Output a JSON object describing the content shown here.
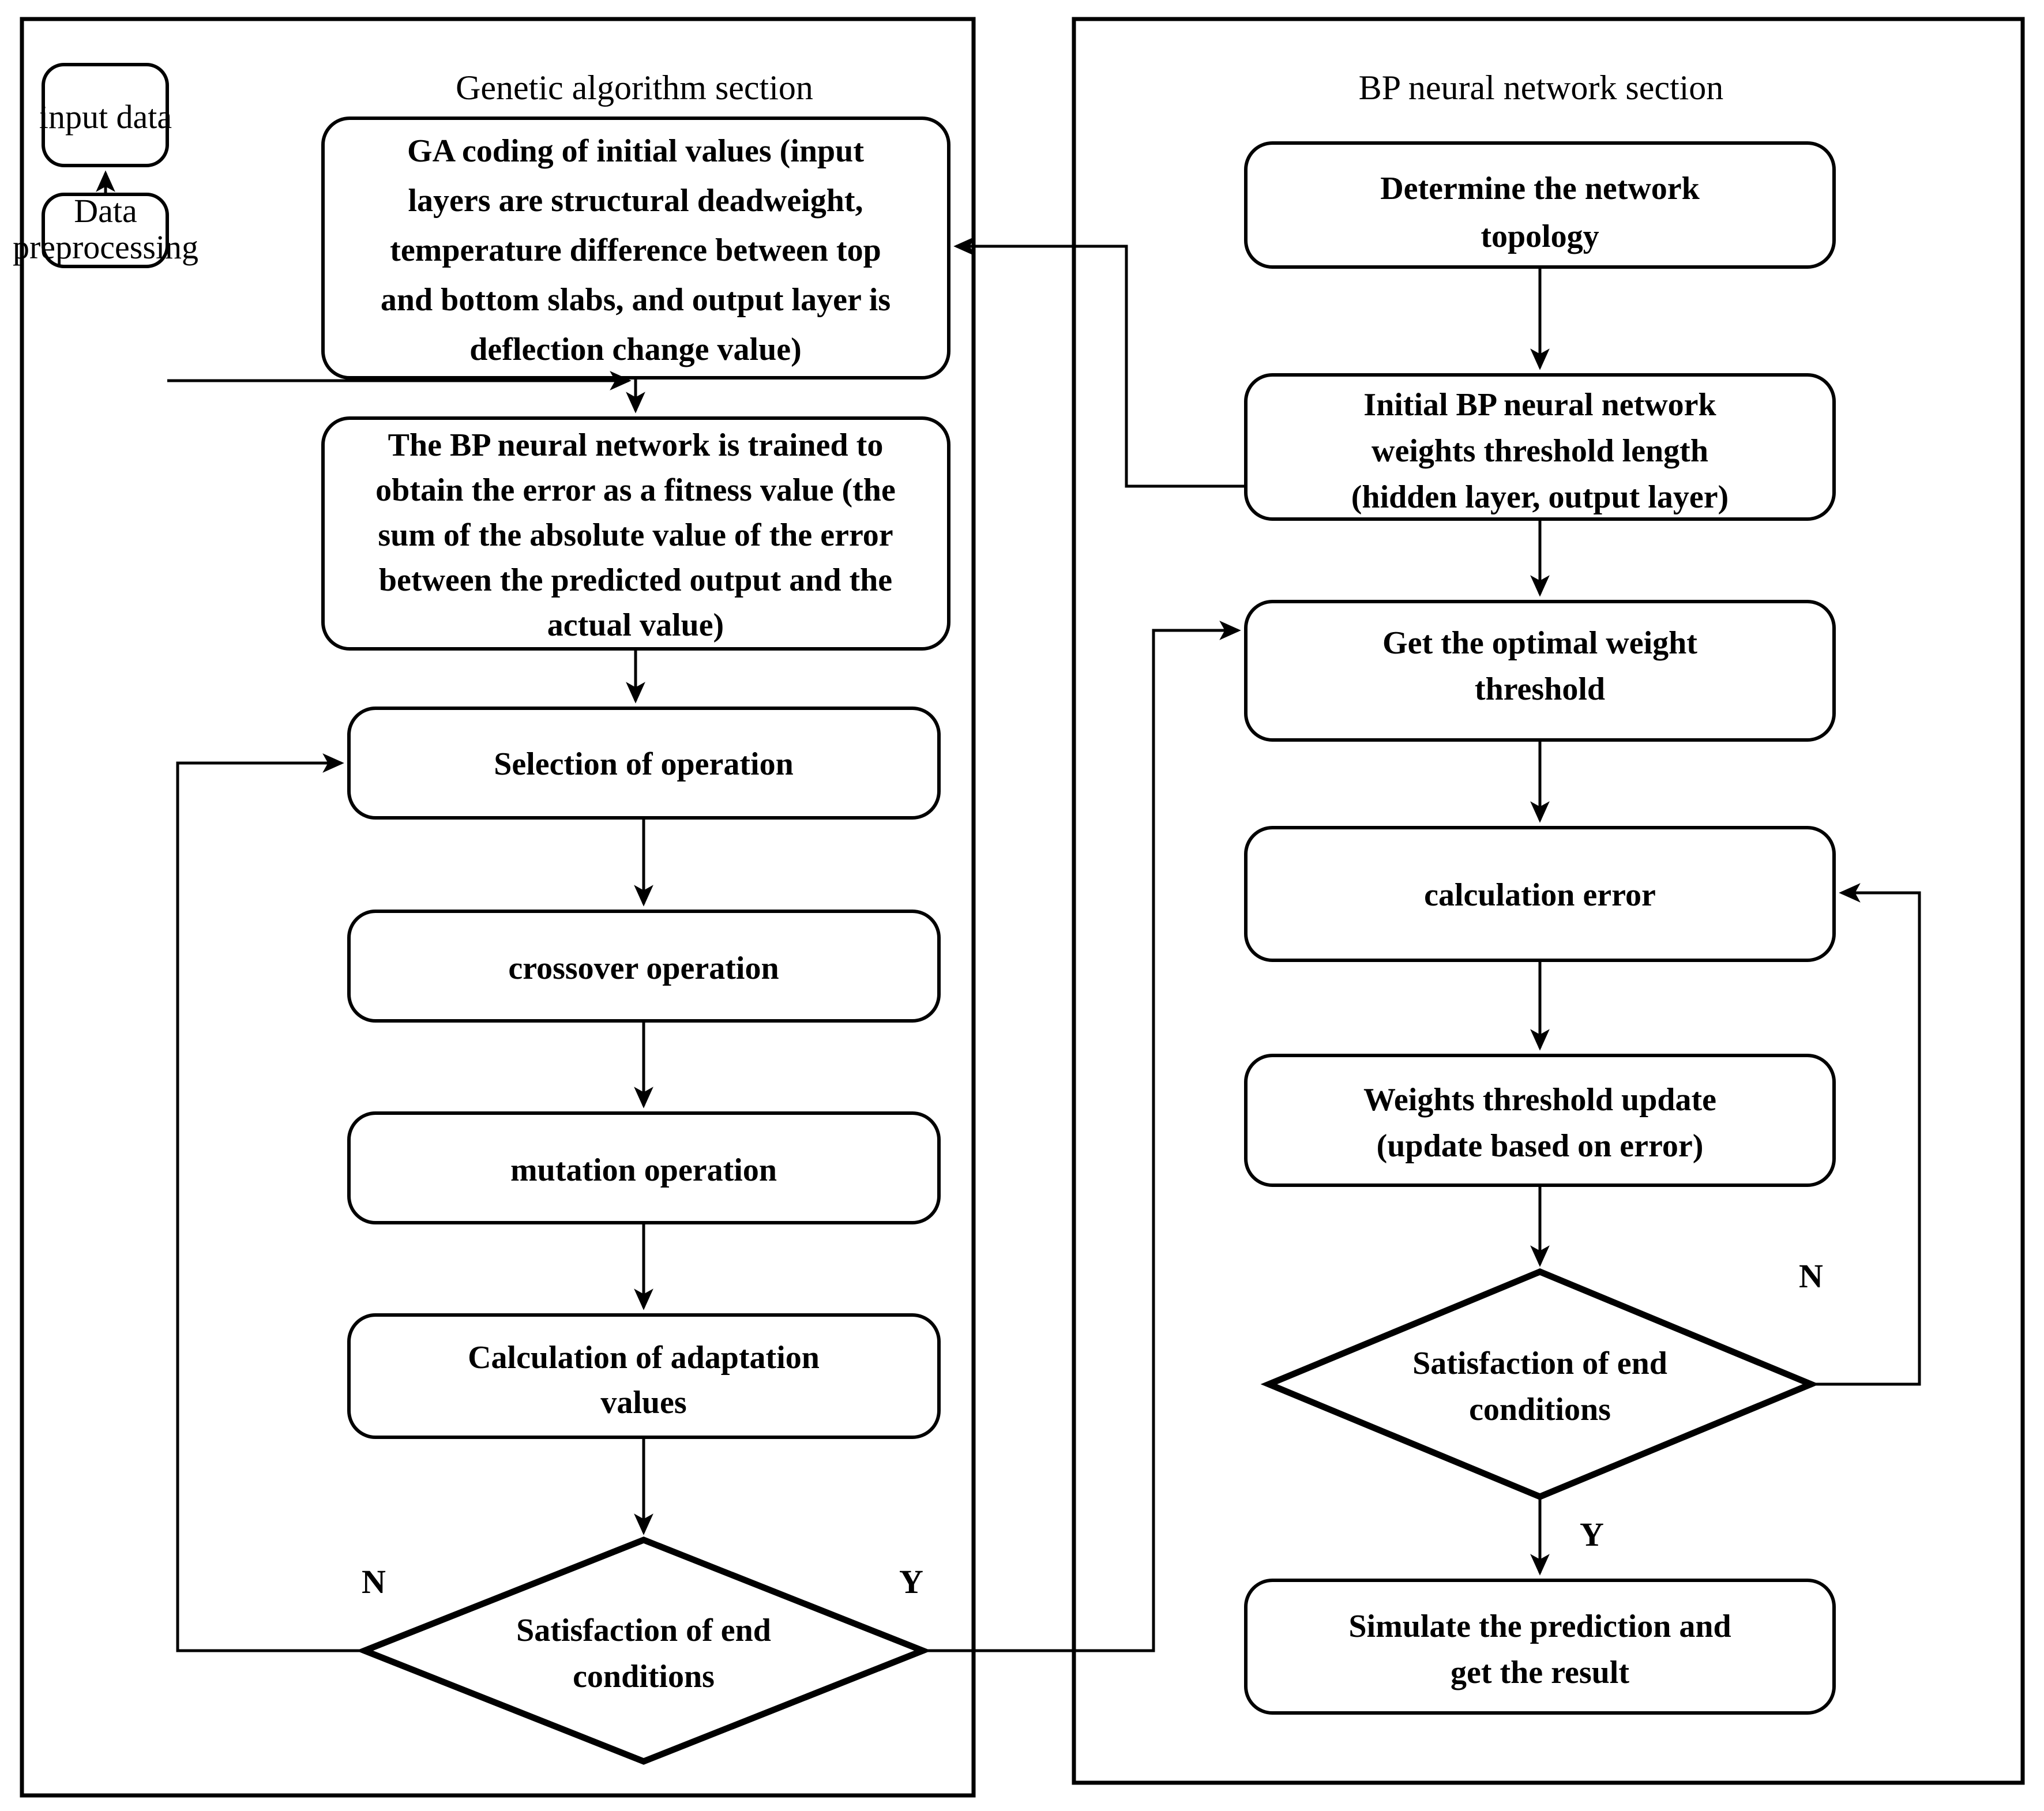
{
  "diagram": {
    "type": "flowchart",
    "title": "GA-BP neural network flowchart",
    "sections": [
      {
        "id": "ga",
        "label": "Genetic algorithm section"
      },
      {
        "id": "bp",
        "label": "BP neural network section"
      }
    ],
    "left_nodes": {
      "input_data": "input data",
      "data_preprocessing_l1": "Data",
      "data_preprocessing_l2": "preprocessing",
      "ga_coding_l1": "GA coding of initial values (input",
      "ga_coding_l2": "layers are structural deadweight,",
      "ga_coding_l3": "temperature difference between top",
      "ga_coding_l4": "and bottom slabs, and output layer is",
      "ga_coding_l5": "deflection change value)",
      "bp_train_l1": "The BP neural network is trained to",
      "bp_train_l2": "obtain the error as a fitness value (the",
      "bp_train_l3": "sum of the absolute value of the error",
      "bp_train_l4": "between the predicted output and the",
      "bp_train_l5": "actual value)",
      "selection": "Selection of operation",
      "crossover": "crossover operation",
      "mutation": "mutation operation",
      "adaptation_l1": "Calculation of adaptation",
      "adaptation_l2": "values",
      "decision_l1": "Satisfaction of end",
      "decision_l2": "conditions",
      "branch_n": "N",
      "branch_y": "Y"
    },
    "right_nodes": {
      "topology_l1": "Determine the network",
      "topology_l2": "topology",
      "initweights_l1": "Initial BP neural network",
      "initweights_l2": "weights threshold length",
      "initweights_l3": "(hidden layer, output layer)",
      "optimal_l1": "Get the optimal weight",
      "optimal_l2": "threshold",
      "calc_error": "calculation error",
      "update_l1": "Weights threshold update",
      "update_l2": "(update based on error)",
      "decision_l1": "Satisfaction of end",
      "decision_l2": "conditions",
      "branch_n": "N",
      "branch_y": "Y",
      "simulate_l1": "Simulate the prediction and",
      "simulate_l2": "get the result"
    },
    "colors": {
      "stroke": "#000000",
      "fill": "#ffffff",
      "text": "#000000"
    }
  }
}
